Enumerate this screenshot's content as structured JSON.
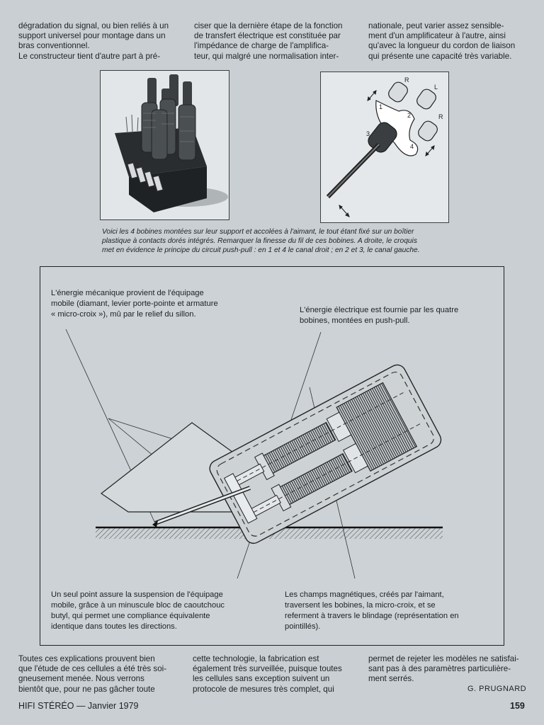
{
  "article": {
    "top_columns": [
      [
        "dégradation du signal, ou bien reliés à un",
        "support universel pour montage dans un",
        "bras conventionnel.",
        "Le constructeur tient d'autre part à pré-"
      ],
      [
        "ciser que la dernière étape de la fonction",
        "de transfert électrique est constituée par",
        "l'impédance de charge de l'amplifica-",
        "teur, qui malgré une normalisation inter-"
      ],
      [
        "nationale, peut varier assez sensible-",
        "ment d'un amplificateur à l'autre, ainsi",
        "qu'avec la longueur du cordon de liaison",
        "qui présente une capacité très variable."
      ]
    ],
    "bottom_columns": [
      [
        "Toutes ces explications prouvent bien",
        "que l'étude de ces cellules a été très soi-",
        "gneusement menée. Nous verrons",
        "bientôt que, pour ne pas gâcher toute"
      ],
      [
        "cette technologie, la fabrication est",
        "également très surveillée, puisque toutes",
        "les cellules sans exception suivent un",
        "protocole de mesures très complet, qui"
      ],
      [
        "permet de rejeter les modèles ne satisfai-",
        "sant pas à des paramètres particulière-",
        "ment serrés."
      ]
    ],
    "signature": "G. PRUGNARD"
  },
  "figure": {
    "caption_lines": [
      "Voici les 4 bobines montées sur leur support et accolées à l'aimant, le tout étant fixé sur un boîtier",
      "plastique à contacts dorés intégrés. Remarquer la finesse du fil de ces bobines. A droite, le croquis",
      "met en évidence le principe du circuit push-pull : en 1 et 4 le canal droit ; en 2 et 3, le canal gauche."
    ],
    "sketch_labels": {
      "r_top": "R",
      "l": "L",
      "r_right": "R",
      "n1": "1",
      "n2": "2",
      "n3": "3",
      "n4": "4"
    }
  },
  "diagram": {
    "top_left_lines": [
      "L'énergie mécanique provient de l'équipage",
      "mobile (diamant, levier porte-pointe et armature",
      "« micro-croix »), mû par le relief du sillon."
    ],
    "top_right_lines": [
      "L'énergie électrique est fournie par les quatre",
      "bobines, montées en push-pull."
    ],
    "bottom_left_lines": [
      "Un seul point assure la suspension de l'équipage",
      "mobile, grâce à un minuscule bloc de caoutchouc",
      "butyl, qui permet une compliance équivalente",
      "identique dans toutes les directions."
    ],
    "bottom_right_lines": [
      "Les champs magnétiques, créés par l'aimant,",
      "traversent les bobines, la micro-croix, et se",
      "referment à travers le blindage (représentation en",
      "pointillés)."
    ]
  },
  "footer": {
    "magazine": "HIFI STÉRÉO — Janvier 1979",
    "page_number": "159"
  }
}
